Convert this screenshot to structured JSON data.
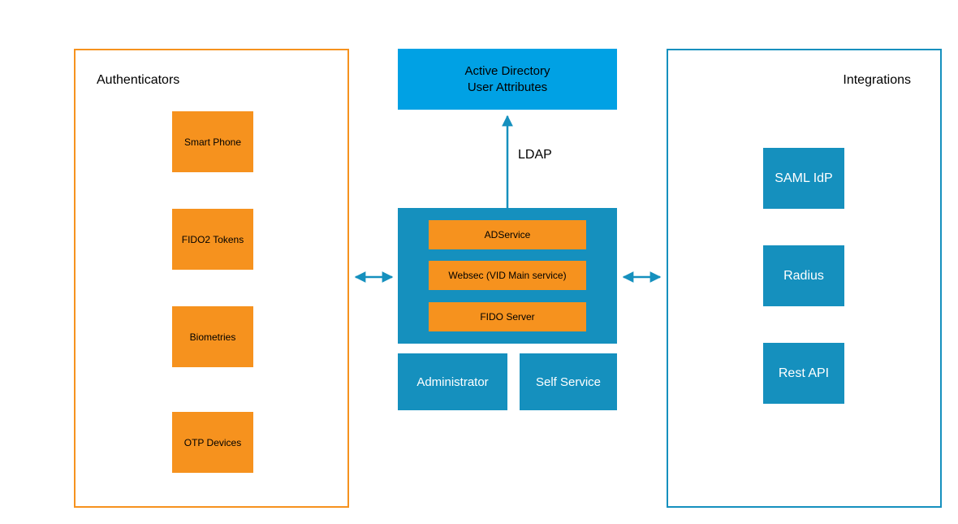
{
  "colors": {
    "orange": "#F6921E",
    "azure_blue": "#00A1E4",
    "teal_blue": "#1590BE",
    "text_dark": "#000000",
    "text_light": "#FFFFFF"
  },
  "authenticators": {
    "title": "Authenticators",
    "items": [
      "Smart Phone",
      "FIDO2 Tokens",
      "Biometries",
      "OTP Devices"
    ]
  },
  "active_directory": {
    "line1": "Active Directory",
    "line2": "User Attributes"
  },
  "ldap": {
    "label": "LDAP"
  },
  "services": {
    "items": [
      "ADService",
      "Websec (VID Main service)",
      "FIDO Server"
    ]
  },
  "portals": {
    "administrator": "Administrator",
    "self_service": "Self Service"
  },
  "integrations": {
    "title": "Integrations",
    "items": [
      "SAML IdP",
      "Radius",
      "Rest API"
    ]
  }
}
